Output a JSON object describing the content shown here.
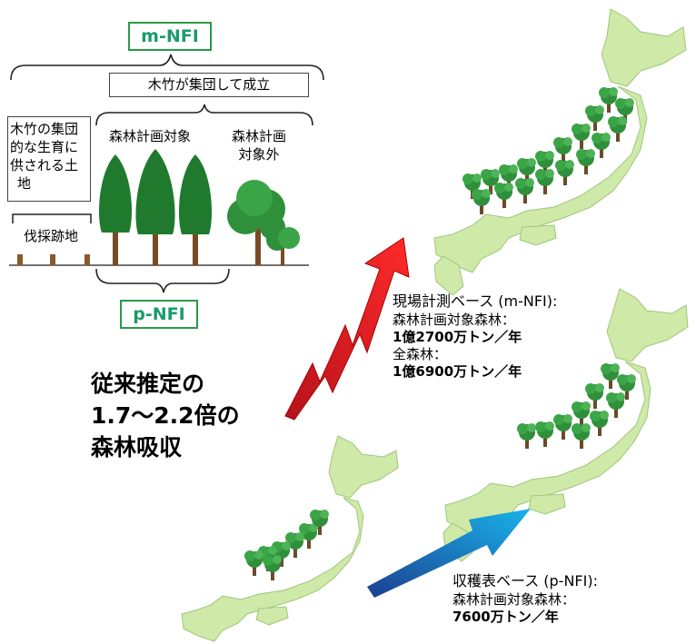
{
  "diagram": {
    "m_nfi_label": "m-NFI",
    "p_nfi_label": "p-NFI",
    "bamboo_group_label": "木竹が集団して成立",
    "land_label": "木竹の集団的な生育に供される土地",
    "land_lines": [
      "木竹の集団",
      "的な生育に",
      "供される土",
      "地"
    ],
    "logging_label": "伐採跡地",
    "plan_target_label": "森林計画対象",
    "plan_outside_lines": [
      "森林計画",
      "対象外"
    ]
  },
  "headline": {
    "lines": [
      "従来推定の",
      "1.7〜2.2倍の",
      "森林吸収"
    ]
  },
  "m_nfi_result": {
    "title": "現場計測ベース (m-NFI):",
    "row1_label": "森林計画対象森林：",
    "row1_value": "1億2700万トン／年",
    "row2_label": "全森林：",
    "row2_value": "1億6900万トン／年"
  },
  "p_nfi_result": {
    "title": "収穫表ベース (p-NFI):",
    "row1_label": "森林計画対象森林：",
    "row1_value": "7600万トン／年"
  },
  "colors": {
    "green_label": "#1a9c6a",
    "tree_dark": "#1f7a2e",
    "tree_light": "#3aa547",
    "map_fill": "#cfe9a8",
    "red_arrow": "#ee1d23",
    "blue_arrow": "#1aa6e0"
  }
}
